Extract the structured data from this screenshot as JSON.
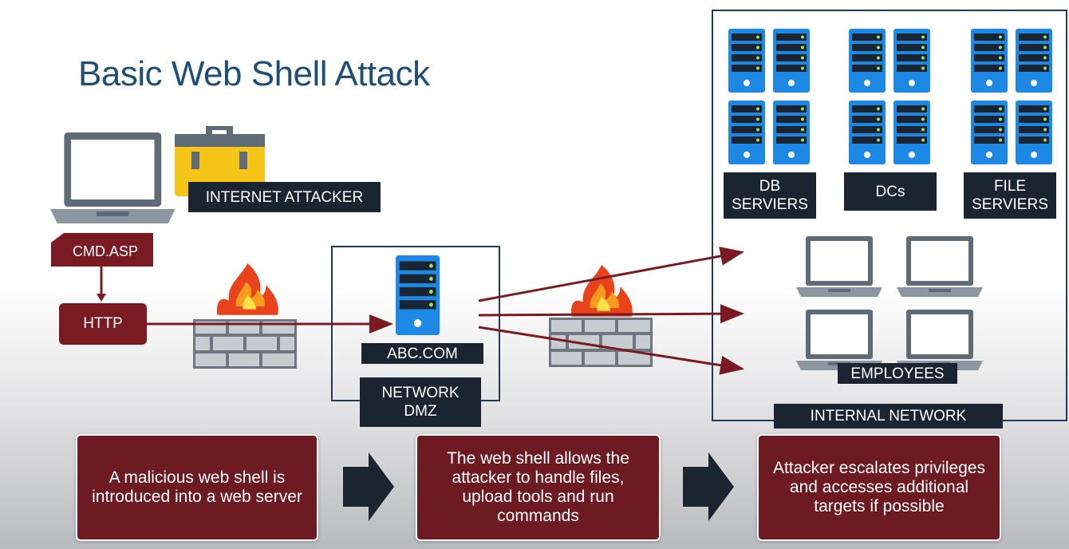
{
  "title": "Basic Web Shell Attack",
  "labels": {
    "internet_attacker": "INTERNET ATTACKER",
    "cmd_asp": "CMD.ASP",
    "http": "HTTP",
    "abc_com": "ABC.COM",
    "network_dmz_line1": "NETWORK",
    "network_dmz_line2": "DMZ",
    "db_servers_line1": "DB",
    "db_servers_line2": "SERVIERS",
    "dcs": "DCs",
    "file_servers_line1": "FILE",
    "file_servers_line2": "SERVIERS",
    "employees": "EMPLOYEES",
    "internal_network": "INTERNAL NETWORK"
  },
  "steps": [
    {
      "line1": "A malicious web shell is",
      "line2": "introduced into a web server"
    },
    {
      "line1": "The web shell allows the",
      "line2": "attacker to handle files,",
      "line3": "upload tools and run",
      "line4": "commands"
    },
    {
      "line1": "Attacker escalates privileges",
      "line2": "and accesses additional",
      "line3": "targets if possible"
    }
  ],
  "colors": {
    "server_blue": "#1e88e5",
    "maroon": "#7a1b23",
    "dark_label": "#1b2531",
    "title_blue": "#1f4e79",
    "arrow_dark": "#1b2531"
  }
}
